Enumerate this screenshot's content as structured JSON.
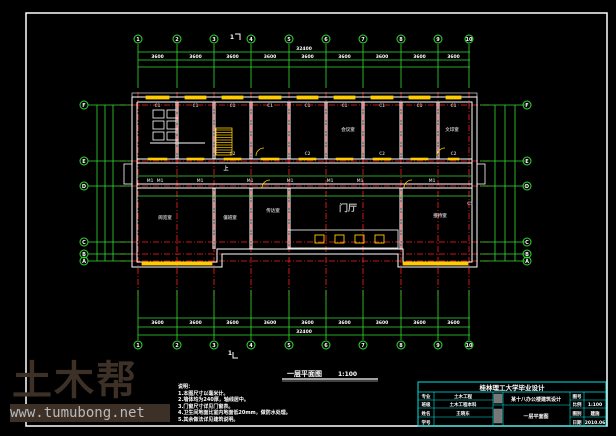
{
  "drawing": {
    "plan_title": "一层平面图",
    "plan_scale": "1:100",
    "stair_label": "上",
    "section_mark_top": "1",
    "section_mark_bottom": "1",
    "x_axes": [
      "1",
      "2",
      "3",
      "4",
      "5",
      "6",
      "7",
      "8",
      "9",
      "10"
    ],
    "y_axes": [
      "F",
      "E",
      "D",
      "C",
      "B",
      "A"
    ],
    "rooms": [
      {
        "label": "会议室"
      },
      {
        "label": "文印室"
      },
      {
        "label": "阅览室"
      },
      {
        "label": "值班室"
      },
      {
        "label": "传达室"
      },
      {
        "label": "门厅"
      },
      {
        "label": "接待室"
      }
    ],
    "window_tags": [
      "C1",
      "C2",
      "C5"
    ],
    "door_tags": [
      "M1"
    ],
    "dims_top_outer": [
      "3600",
      "3600",
      "3600",
      "3600",
      "3600",
      "3600",
      "3600",
      "3600",
      "3600"
    ],
    "dims_total": "32400",
    "colors": {
      "background": "#000000",
      "axis": "#ff2020",
      "wall": "#ffffff",
      "dimension": "#33dd33",
      "window": "#ffcc00",
      "title_block": "#00e5e5"
    }
  },
  "title_block": {
    "school": "桂林理工大学毕业设计",
    "rows": [
      {
        "label": "专业",
        "value": "土木工程"
      },
      {
        "label": "班级",
        "value": "土木工程本科"
      },
      {
        "label": "姓名",
        "value": "王晓东"
      },
      {
        "label": "学号",
        "value": ""
      }
    ],
    "project": "某十八办公楼建筑设计",
    "drawing_name": "一层平面图",
    "meta": [
      {
        "label": "图号",
        "value": ""
      },
      {
        "label": "比例",
        "value": "1:100"
      },
      {
        "label": "图别",
        "value": "建施"
      },
      {
        "label": "日期",
        "value": "2010.06"
      }
    ]
  },
  "notes": {
    "heading": "说明：",
    "lines": [
      "1.本图尺寸以毫米计。",
      "2.墙体均为240厚，轴线居中。",
      "3.门窗尺寸详见门窗表。",
      "4.卫生间地面比室内地面低20mm，做防水处理。",
      "5.其余做法详见建筑说明。"
    ]
  },
  "watermark": {
    "logo": "土木帮",
    "url": "www.tumubong.net"
  }
}
